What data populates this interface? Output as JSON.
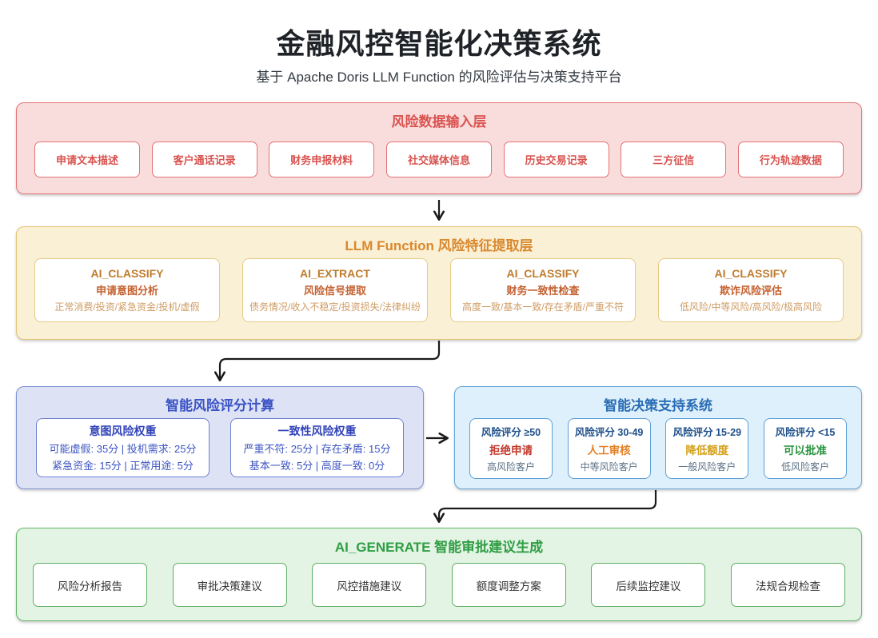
{
  "header": {
    "title": "金融风控智能化决策系统",
    "subtitle": "基于 Apache Doris LLM Function 的风险评估与决策支持平台"
  },
  "input_layer": {
    "title": "风险数据输入层",
    "items": [
      "申请文本描述",
      "客户通话记录",
      "财务申报材料",
      "社交媒体信息",
      "历史交易记录",
      "三方征信",
      "行为轨迹数据"
    ]
  },
  "llm_layer": {
    "title": "LLM Function 风险特征提取层",
    "functions": [
      {
        "name": "AI_CLASSIFY",
        "task": "申请意图分析",
        "options": "正常消费/投资/紧急资金/投机/虚假"
      },
      {
        "name": "AI_EXTRACT",
        "task": "风险信号提取",
        "options": "债务情况/收入不稳定/投资损失/法律纠纷"
      },
      {
        "name": "AI_CLASSIFY",
        "task": "财务一致性检查",
        "options": "高度一致/基本一致/存在矛盾/严重不符"
      },
      {
        "name": "AI_CLASSIFY",
        "task": "欺诈风险评估",
        "options": "低风险/中等风险/高风险/极高风险"
      }
    ]
  },
  "score_layer": {
    "title": "智能风险评分计算",
    "cards": [
      {
        "title": "意图风险权重",
        "line1": "可能虚假: 35分 | 投机需求: 25分",
        "line2": "紧急资金: 15分 | 正常用途: 5分"
      },
      {
        "title": "一致性风险权重",
        "line1": "严重不符: 25分 | 存在矛盾: 15分",
        "line2": "基本一致: 5分 | 高度一致: 0分"
      }
    ]
  },
  "decision_layer": {
    "title": "智能决策支持系统",
    "cards": [
      {
        "score": "风险评分 ≥50",
        "action": "拒绝申请",
        "action_color": "#c0392b",
        "customer": "高风险客户"
      },
      {
        "score": "风险评分 30-49",
        "action": "人工审核",
        "action_color": "#e67e22",
        "customer": "中等风险客户"
      },
      {
        "score": "风险评分 15-29",
        "action": "降低额度",
        "action_color": "#d4a017",
        "customer": "一般风险客户"
      },
      {
        "score": "风险评分 <15",
        "action": "可以批准",
        "action_color": "#27933c",
        "customer": "低风险客户"
      }
    ]
  },
  "generate_layer": {
    "title": "AI_GENERATE 智能审批建议生成",
    "items": [
      "风险分析报告",
      "审批决策建议",
      "风控措施建议",
      "额度调整方案",
      "后续监控建议",
      "法规合规检查"
    ]
  },
  "colors": {
    "input_accent": "#d9534f",
    "llm_accent": "#d9882e",
    "score_accent": "#3a53c5",
    "decision_accent": "#2a6db5",
    "generate_accent": "#2f9e44",
    "arrow": "#1a1a1a"
  }
}
